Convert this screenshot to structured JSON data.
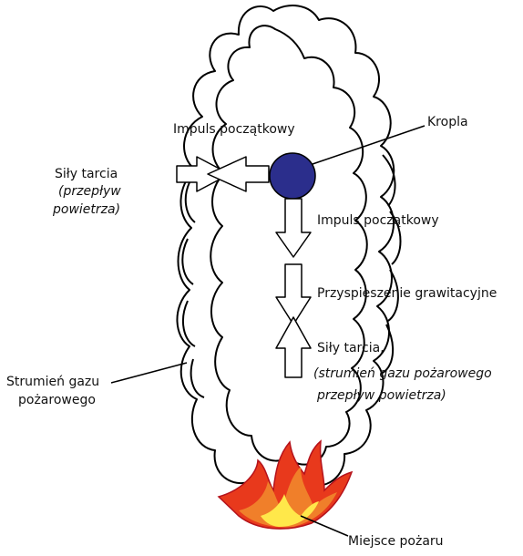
{
  "labels": {
    "initial_impulse_top": "Impuls początkowy",
    "drop": "Kropla",
    "friction_left": "Siły tarcia",
    "friction_left_note_1": "(przepływ",
    "friction_left_note_2": "powietrza)",
    "initial_impulse_right": "Impuls początkowy",
    "gravity": "Przyspieszenie grawitacyjne",
    "friction_right": "Siły tarcia,",
    "friction_right_note_1": "(strumień gazu pożarowego",
    "friction_right_note_2": "przepływ powietrza)",
    "plume_1": "Strumień gazu",
    "plume_2": "pożarowego",
    "fire_source": "Miejsce pożaru"
  },
  "colors": {
    "drop_fill": "#2b2e8c",
    "flame_outer": "#e8391c",
    "flame_mid": "#f07f2a",
    "flame_inner": "#ffe84a",
    "flame_edge": "#b5121b",
    "line": "#000000"
  }
}
